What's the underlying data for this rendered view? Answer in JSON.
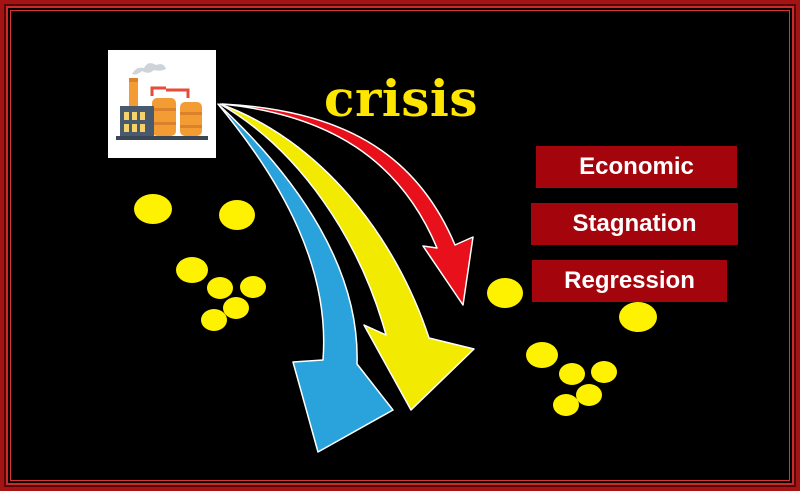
{
  "title": "crisis",
  "labels": [
    {
      "text": "Economic"
    },
    {
      "text": "Stagnation"
    },
    {
      "text": "Regression"
    }
  ],
  "icons": {
    "factory": "factory-icon",
    "coins": "coin-icon"
  },
  "colors": {
    "background": "#000000",
    "border": "#a31515",
    "title": "#ffe600",
    "label_bg": "#a4050d",
    "label_text": "#ffffff",
    "arrow_red": "#e8101a",
    "arrow_yellow": "#f2ea00",
    "arrow_blue": "#2aa3dd",
    "coin": "#fff200"
  }
}
